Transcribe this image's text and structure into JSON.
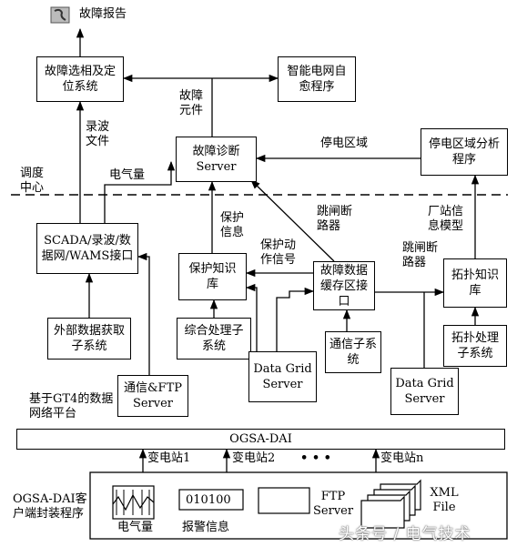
{
  "boxes": {
    "fault_select": "故障选相及定位系统",
    "smart_grid": "智能电网自愈程序",
    "diagnosis": "故障诊断Server",
    "outage_analysis": "停电区域分析程序",
    "scada": "SCADA/录波/数据网/WAMS接口",
    "external": "外部数据获取子系统",
    "protection_kb": "保护知识库",
    "cache": "故障数据缓存区接口",
    "topology_kb": "拓扑知识库",
    "comprehensive": "综合处理子系统",
    "comm_sub": "通信子系统",
    "topo_proc": "拓扑处理子系统",
    "comm_ftp": "通信&FTP Server",
    "dg1": "Data Grid Server",
    "dg2": "Data Grid Server",
    "ogsa": "OGSA-DAI"
  },
  "labels": {
    "fault_report": "故障报告",
    "fault_element": "故障元件",
    "record_file": "录波文件",
    "dispatch_center": "调度中心",
    "electric": "电气量",
    "outage_area": "停电区域",
    "protect_info": "保护信息",
    "breaker1": "跳闸断路器",
    "protect_action": "保护动作信号",
    "breaker2": "跳闸断路器",
    "plant_model": "厂站信息模型",
    "gt4_platform": "基于GT4的数据网络平台",
    "sub1": "变电站1",
    "sub2": "变电站2",
    "dots": "• • •",
    "subn": "变电站n",
    "client": "OGSA-DAI客户端封装程序",
    "elec_qty": "电气量",
    "alarm_info": "报警信息",
    "counter": "010100",
    "ftp": "FTP Server",
    "xml": "XML File",
    "watermark": "头条号 / 电气技术"
  }
}
